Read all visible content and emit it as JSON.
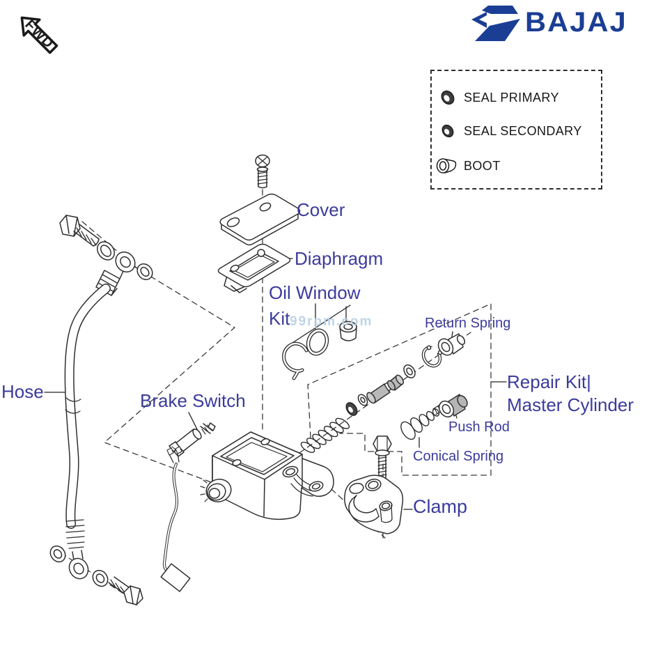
{
  "badge": {
    "fwd_label": "FWD"
  },
  "brand": {
    "name": "BAJAJ",
    "logo_color": "#1b3e95"
  },
  "legend": {
    "items": [
      {
        "icon": "seal-primary-icon",
        "label": "SEAL PRIMARY"
      },
      {
        "icon": "seal-secondary-icon",
        "label": "SEAL SECONDARY"
      },
      {
        "icon": "boot-icon",
        "label": "BOOT"
      }
    ]
  },
  "diagram": {
    "watermark": "99rpm.com",
    "label_color": "#3b3b9d",
    "labels": {
      "cover": "Cover",
      "diaphragm": "Diaphragm",
      "oil_window_kit": "Oil Window Kit",
      "return_spring": "Return Spring",
      "repair_kit_line1": "Repair Kit|",
      "repair_kit_line2": "Master Cylinder",
      "hose": "Hose",
      "brake_switch": "Brake Switch",
      "push_rod": "Push Rod",
      "conical_spring": "Conical Spring",
      "clamp": "Clamp"
    }
  }
}
